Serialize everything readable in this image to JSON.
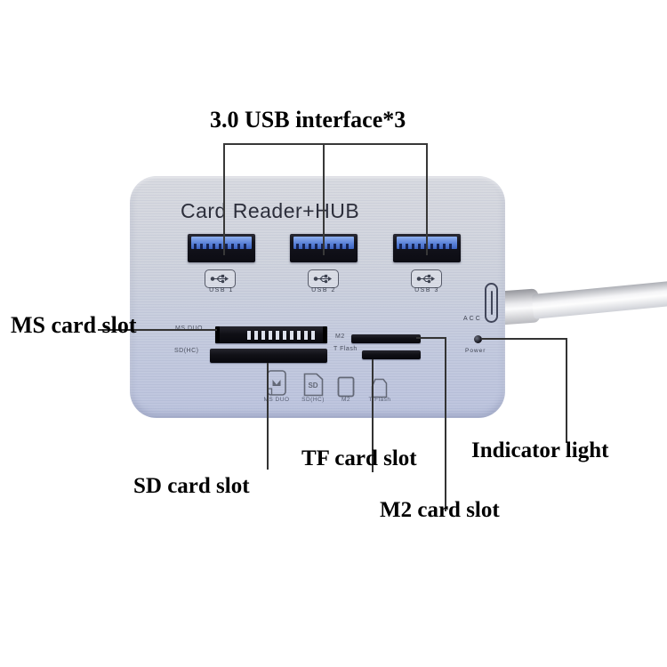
{
  "annotations": {
    "usb_label": "3.0 USB interface*3",
    "ms_label": "MS card slot",
    "sd_label": "SD card slot",
    "tf_label": "TF card slot",
    "m2_label": "M2 card slot",
    "indicator_label": "Indicator light"
  },
  "device": {
    "title": "Card Reader+HUB",
    "usb_ports": [
      {
        "label": "USB 1"
      },
      {
        "label": "USB 2"
      },
      {
        "label": "USB 3"
      }
    ],
    "acc_label": "ACC",
    "power_label": "Power",
    "slots": [
      {
        "label": "MS DUO"
      },
      {
        "label": "M2"
      },
      {
        "label": "SD(HC)"
      },
      {
        "label": "T Flash"
      }
    ],
    "card_icons": [
      {
        "label": "MS DUO"
      },
      {
        "label": "SD(HC)"
      },
      {
        "label": "M2"
      },
      {
        "label": "T Flash"
      }
    ]
  },
  "colors": {
    "device_body": "#c3c9db",
    "usb_housing": "#14141d",
    "usb_tongue": "#5b82d8",
    "line": "#333333",
    "label_text": "#000000",
    "device_text": "#2c2e3b",
    "small_text": "#3d4250"
  }
}
